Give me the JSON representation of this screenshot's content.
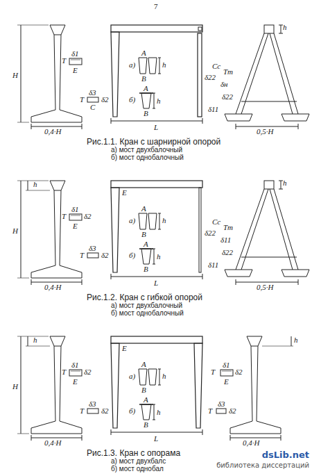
{
  "diagram": {
    "labels": [
      "7",
      "H",
      "T",
      "δ1",
      "E",
      "δ3",
      "T",
      "δ2",
      "C",
      "0,4·H",
      "а)",
      "A",
      "h",
      "B",
      "б)",
      "A",
      "h",
      "B",
      "L",
      "Cc",
      "Tт",
      "δ22",
      "δн",
      "δ22",
      "δ11",
      "h",
      "0,5·H",
      "Рис.1.1. Кран с шарнирной опорой",
      "а) мост двухбалочный",
      "б) мост однобалочный",
      "h",
      "H",
      "T",
      "δ1",
      "E",
      "δ2",
      "δ3",
      "T",
      "δ2",
      "0,4·H",
      "E",
      "а)",
      "A",
      "h",
      "B",
      "б)",
      "A",
      "h",
      "B",
      "L",
      "Cc",
      "Tт",
      "δ22",
      "δ11",
      "δ22",
      "δ11",
      "h",
      "0,5·H",
      "Рис.1.2. Кран с гибкой опорой",
      "а) мост двухбалочный",
      "б) мост однобалочный",
      "h",
      "H",
      "T",
      "δ1",
      "E",
      "δ2",
      "δ3",
      "T",
      "δ2",
      "0,4·H",
      "E",
      "L",
      "а)",
      "A",
      "B",
      "h",
      "б)",
      "A",
      "B",
      "h",
      "δ1",
      "T",
      "E",
      "δ2",
      "h",
      "δ3",
      "T",
      "δ2",
      "0,4·H",
      "Рис.1.3. Кран с опорама",
      "а) мост двухбалс",
      "б) мост однобал",
      "dsLib.net",
      "библиотека диссертаций"
    ]
  }
}
